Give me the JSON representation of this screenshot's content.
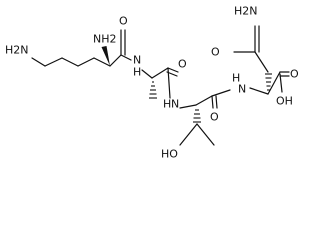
{
  "molecule": {
    "labels": {
      "h2n_lysine_sidechain": "H2N",
      "nh2_lysine_alpha": "NH2",
      "o_lysine_carbonyl": "O",
      "n_lys_ala": "N",
      "h_lys_ala": "H",
      "o_alanine_carbonyl": "O",
      "n_ala_thr": "N",
      "h_ala_thr": "H",
      "o_threonine_carbonyl": "O",
      "ho_threonine": "HO",
      "n_thr_asn": "N",
      "h_thr_asn": "H",
      "h2n_asparagine": "H2N",
      "o_asparagine_amide": "O",
      "o_carboxyl": "O",
      "oh_carboxyl": "OH"
    }
  }
}
